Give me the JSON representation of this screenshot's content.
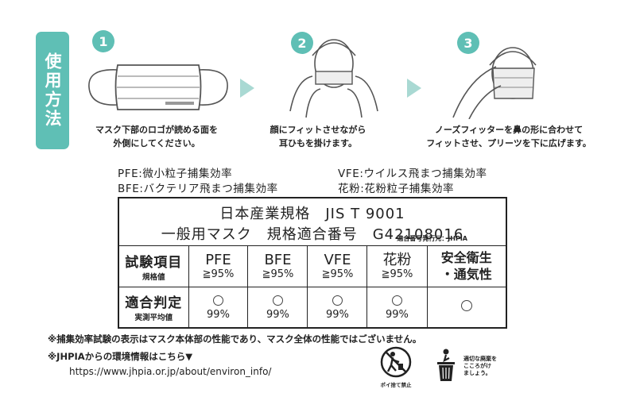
{
  "tab": {
    "label": "使用方法"
  },
  "steps": [
    {
      "number": "1",
      "text_line1": "マスク下部のロゴが読める面を",
      "text_line2": "外側にしてください。"
    },
    {
      "number": "2",
      "text_line1": "顔にフィットさせながら",
      "text_line2": "耳ひもを掛けます。"
    },
    {
      "number": "3",
      "text_line1": "ノーズフィッターを鼻の形に合わせて",
      "text_line2": "フィットさせ、プリーツを下に広げます。"
    }
  ],
  "definitions": {
    "pfe": "PFE:微小粒子捕集効率",
    "bfe": "BFE:バクテリア飛まつ捕集効率",
    "vfe": "VFE:ウイルス飛まつ捕集効率",
    "pollen": "花粉:花粉粒子捕集効率"
  },
  "table": {
    "title_line1": "日本産業規格　JIS T 9001",
    "title_line2": "一般用マスク　規格適合番号　G42108016",
    "issuer": "適合番号発行元：JHPIA",
    "row1_label": "試験項目",
    "row1_sub": "規格値",
    "row2_label": "適合判定",
    "row2_sub": "実測平均値",
    "columns": [
      {
        "name": "PFE",
        "spec": "≧95%",
        "result": "99%"
      },
      {
        "name": "BFE",
        "spec": "≧95%",
        "result": "99%"
      },
      {
        "name": "VFE",
        "spec": "≧95%",
        "result": "99%"
      },
      {
        "name": "花粉",
        "spec": "≧95%",
        "result": "99%"
      }
    ],
    "last_col_line1": "安全衛生",
    "last_col_line2": "・通気性"
  },
  "notes": {
    "note1": "※捕集効率試験の表示はマスク本体部の性能であり、マスク全体の性能ではございません。",
    "note2": "※JHPIAからの環境情報はこちら▼",
    "url": "https://www.jhpia.or.jp/about/environ_info/"
  },
  "icons": {
    "no_litter_caption": "ポイ捨て禁止",
    "trash_text_line1": "適切な廃棄を",
    "trash_text_line2": "こころがけ",
    "trash_text_line3": "ましょう。"
  },
  "colors": {
    "accent": "#5fbfb5",
    "arrow": "#a9d9d3"
  }
}
